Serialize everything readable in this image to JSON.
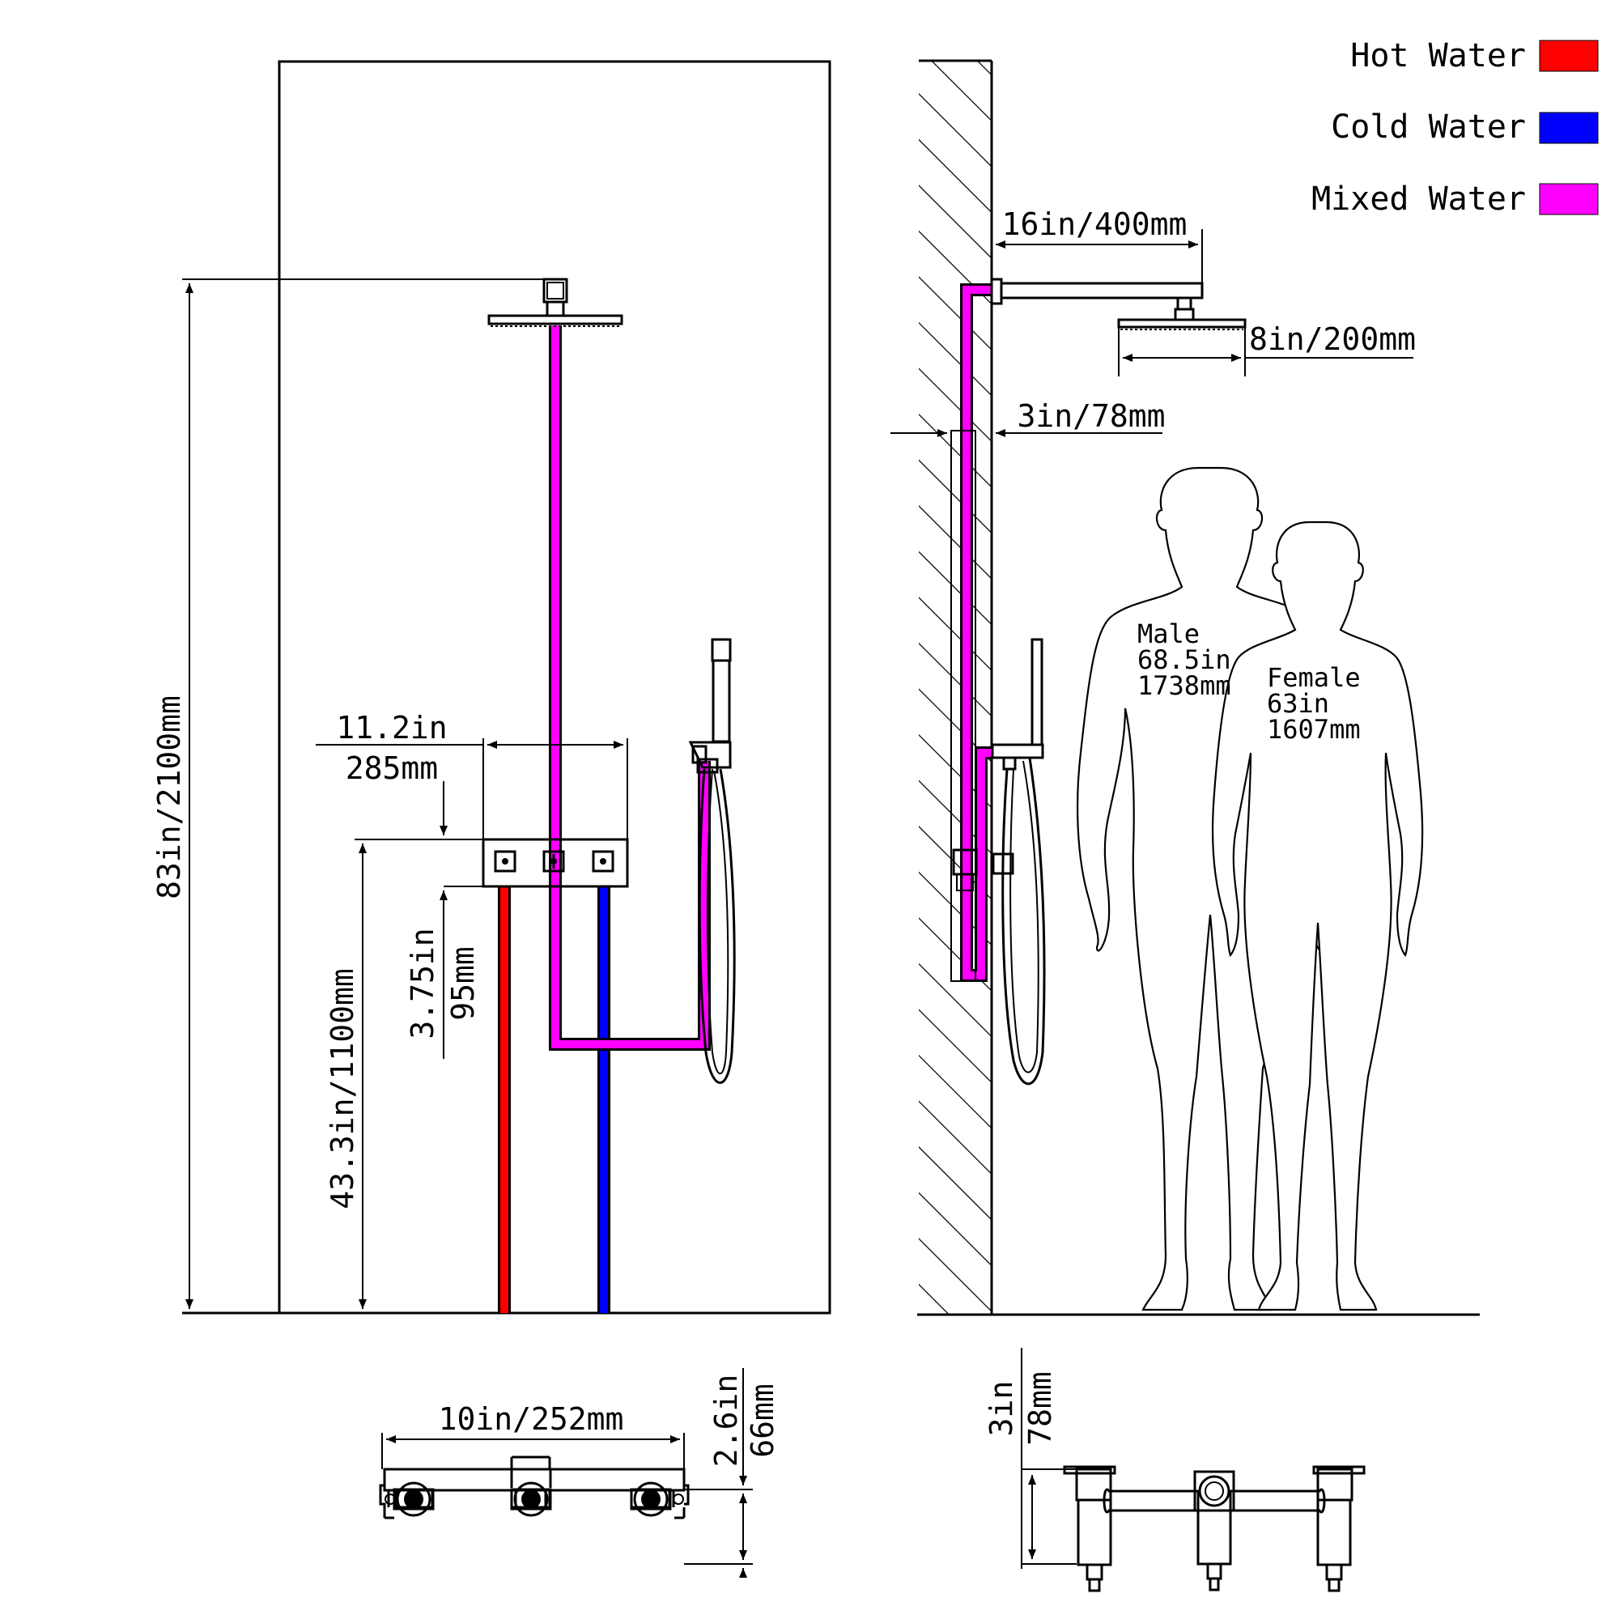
{
  "legend": {
    "items": [
      {
        "label": "Hot Water",
        "color": "#ff0000"
      },
      {
        "label": "Cold Water",
        "color": "#0000ff"
      },
      {
        "label": "Mixed Water",
        "color": "#ff00ff"
      }
    ]
  },
  "front_view": {
    "total_height": "83in/2100mm",
    "valve_height": "43.3in/1100mm",
    "panel_width_in": "11.2in",
    "panel_width_mm": "285mm",
    "panel_height_in": "3.75in",
    "panel_height_mm": "95mm"
  },
  "side_view": {
    "arm_length": "16in/400mm",
    "head_diameter": "8in/200mm",
    "wall_depth": "3in/78mm"
  },
  "figures": {
    "male": {
      "label": "Male",
      "height_in": "68.5in",
      "height_mm": "1738mm"
    },
    "female": {
      "label": "Female",
      "height_in": "63in",
      "height_mm": "1607mm"
    }
  },
  "valve_top_view": {
    "width": "10in/252mm",
    "depth_in": "2.6in",
    "depth_mm": "66mm"
  },
  "valve_side_view": {
    "depth_in": "3in",
    "depth_mm": "78mm"
  },
  "colors": {
    "hot": "#ff0000",
    "cold": "#0000ff",
    "mixed": "#ff00ff"
  }
}
